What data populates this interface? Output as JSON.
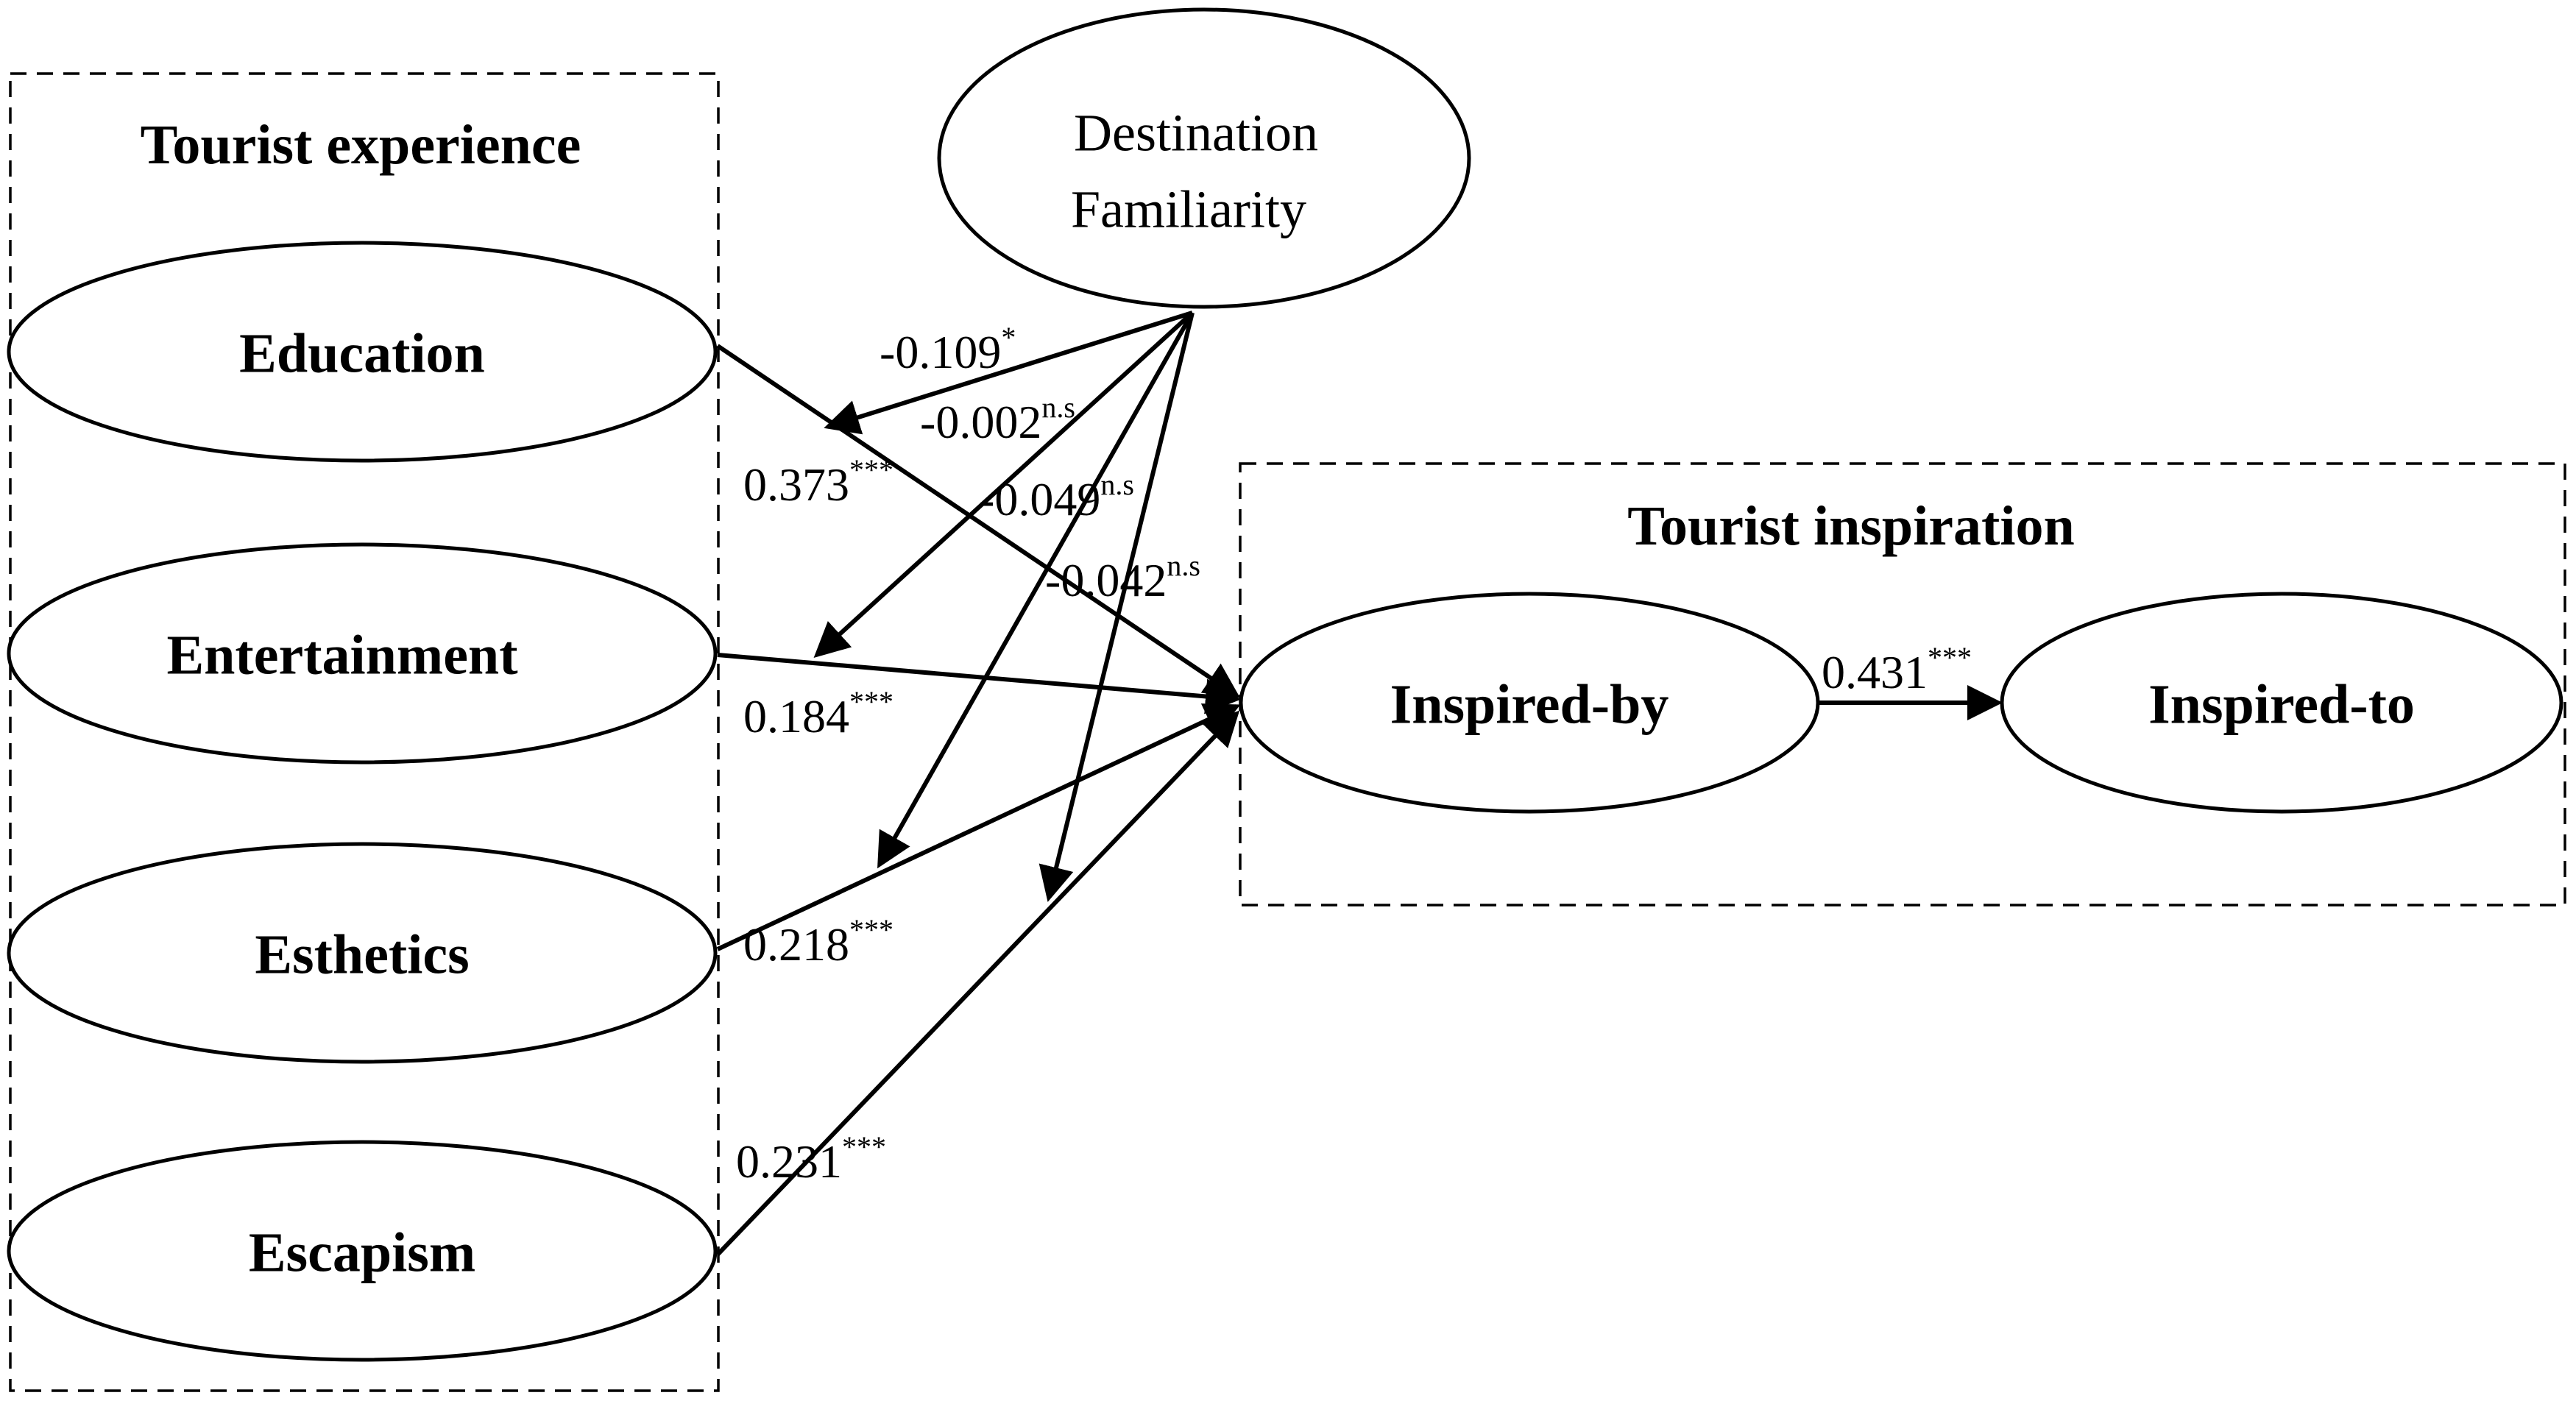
{
  "groups": {
    "tourist_experience": "Tourist experience",
    "tourist_inspiration": "Tourist inspiration"
  },
  "nodes": {
    "education": "Education",
    "entertainment": "Entertainment",
    "esthetics": "Esthetics",
    "escapism": "Escapism",
    "destination_familiarity_line1": "Destination",
    "destination_familiarity_line2": "Familiarity",
    "inspired_by": "Inspired-by",
    "inspired_to": "Inspired-to"
  },
  "paths": {
    "education_to_inspired_by": {
      "value": "0.373",
      "sig": "***"
    },
    "entertainment_to_inspired_by": {
      "value": "0.184",
      "sig": "***"
    },
    "esthetics_to_inspired_by": {
      "value": "0.218",
      "sig": "***"
    },
    "escapism_to_inspired_by": {
      "value": "0.231",
      "sig": "***"
    },
    "inspired_by_to_inspired_to": {
      "value": "0.431",
      "sig": "***"
    }
  },
  "moderation": {
    "education": {
      "value": "-0.109",
      "sig": "*"
    },
    "entertainment": {
      "value": "-0.002",
      "sig": "n.s"
    },
    "esthetics": {
      "value": "-0.049",
      "sig": "n.s"
    },
    "escapism": {
      "value": "-0.042",
      "sig": "n.s"
    }
  }
}
